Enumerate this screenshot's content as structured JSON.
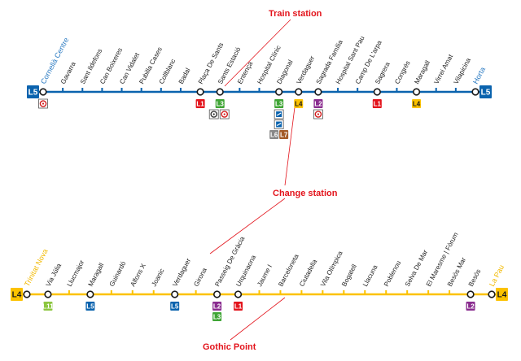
{
  "callouts": {
    "train_station": "Train station",
    "change_station": "Change station",
    "gothic_point": "Gothic Point"
  },
  "colors": {
    "callout_text": "#e3141c",
    "L1": "#e3141c",
    "L2": "#8a2c8f",
    "L3": "#3fa535",
    "L4": "#fcc200",
    "L5": "#0a63ae",
    "L7": "#a35b27",
    "L11": "#8cc63f"
  },
  "line5": {
    "badge": "L5",
    "color": "#0a63ae",
    "stations": [
      {
        "name": "Cornellà Centre",
        "terminus": true
      },
      {
        "name": "Gavarra"
      },
      {
        "name": "Sant Ildefons"
      },
      {
        "name": "Can Boixeres"
      },
      {
        "name": "Can Vidalet"
      },
      {
        "name": "Pubilla Cases"
      },
      {
        "name": "Collblanc"
      },
      {
        "name": "Badal"
      },
      {
        "name": "Plaça De Sants",
        "transfers": [
          "L1"
        ]
      },
      {
        "name": "Sants Estació",
        "transfers": [
          "L3"
        ],
        "icons": [
          "renfe-icon",
          "renfe-icon"
        ]
      },
      {
        "name": "Entença"
      },
      {
        "name": "Hospital Clínic"
      },
      {
        "name": "Diagonal",
        "transfers": [
          "L3"
        ],
        "icons": [
          "fgc-icon",
          "fgc-icon"
        ],
        "extra": [
          "L6",
          "L7"
        ]
      },
      {
        "name": "Verdaguer",
        "transfers": [
          "L4"
        ]
      },
      {
        "name": "Sagrada Família",
        "transfers": [
          "L2"
        ],
        "icons": [
          "renfe-icon"
        ]
      },
      {
        "name": "Hospital Sant Pau"
      },
      {
        "name": "Camp De L'arpa"
      },
      {
        "name": "Sagrera",
        "transfers": [
          "L1"
        ]
      },
      {
        "name": "Congrés"
      },
      {
        "name": "Maragall",
        "transfers": [
          "L4"
        ]
      },
      {
        "name": "Virrei Amat"
      },
      {
        "name": "Vilapicina"
      },
      {
        "name": "Horta",
        "terminus": true
      }
    ]
  },
  "line4": {
    "badge": "L4",
    "color": "#fcc200",
    "stations": [
      {
        "name": "Trinitat Nova",
        "terminus": true
      },
      {
        "name": "Via Júlia",
        "transfers": [
          "L11"
        ]
      },
      {
        "name": "Llucmajor"
      },
      {
        "name": "Maragall",
        "transfers": [
          "L5"
        ]
      },
      {
        "name": "Guinardó"
      },
      {
        "name": "Alfons X"
      },
      {
        "name": "Joanic"
      },
      {
        "name": "Verdaguer",
        "transfers": [
          "L5"
        ]
      },
      {
        "name": "Girona"
      },
      {
        "name": "Passeig De Gràcia",
        "transfers": [
          "L2",
          "L3"
        ]
      },
      {
        "name": "Urquinaona",
        "transfers": [
          "L1"
        ]
      },
      {
        "name": "Jaume I"
      },
      {
        "name": "Barceloneta"
      },
      {
        "name": "Ciutadella"
      },
      {
        "name": "Vila Olímpica"
      },
      {
        "name": "Bogatell"
      },
      {
        "name": "Llacuna"
      },
      {
        "name": "Poblenou"
      },
      {
        "name": "Selva De Mar"
      },
      {
        "name": "El Maresme | Fòrum"
      },
      {
        "name": "Besòs Mar"
      },
      {
        "name": "Besòs",
        "transfers": [
          "L2"
        ]
      },
      {
        "name": "La Pau",
        "terminus": true
      }
    ]
  }
}
